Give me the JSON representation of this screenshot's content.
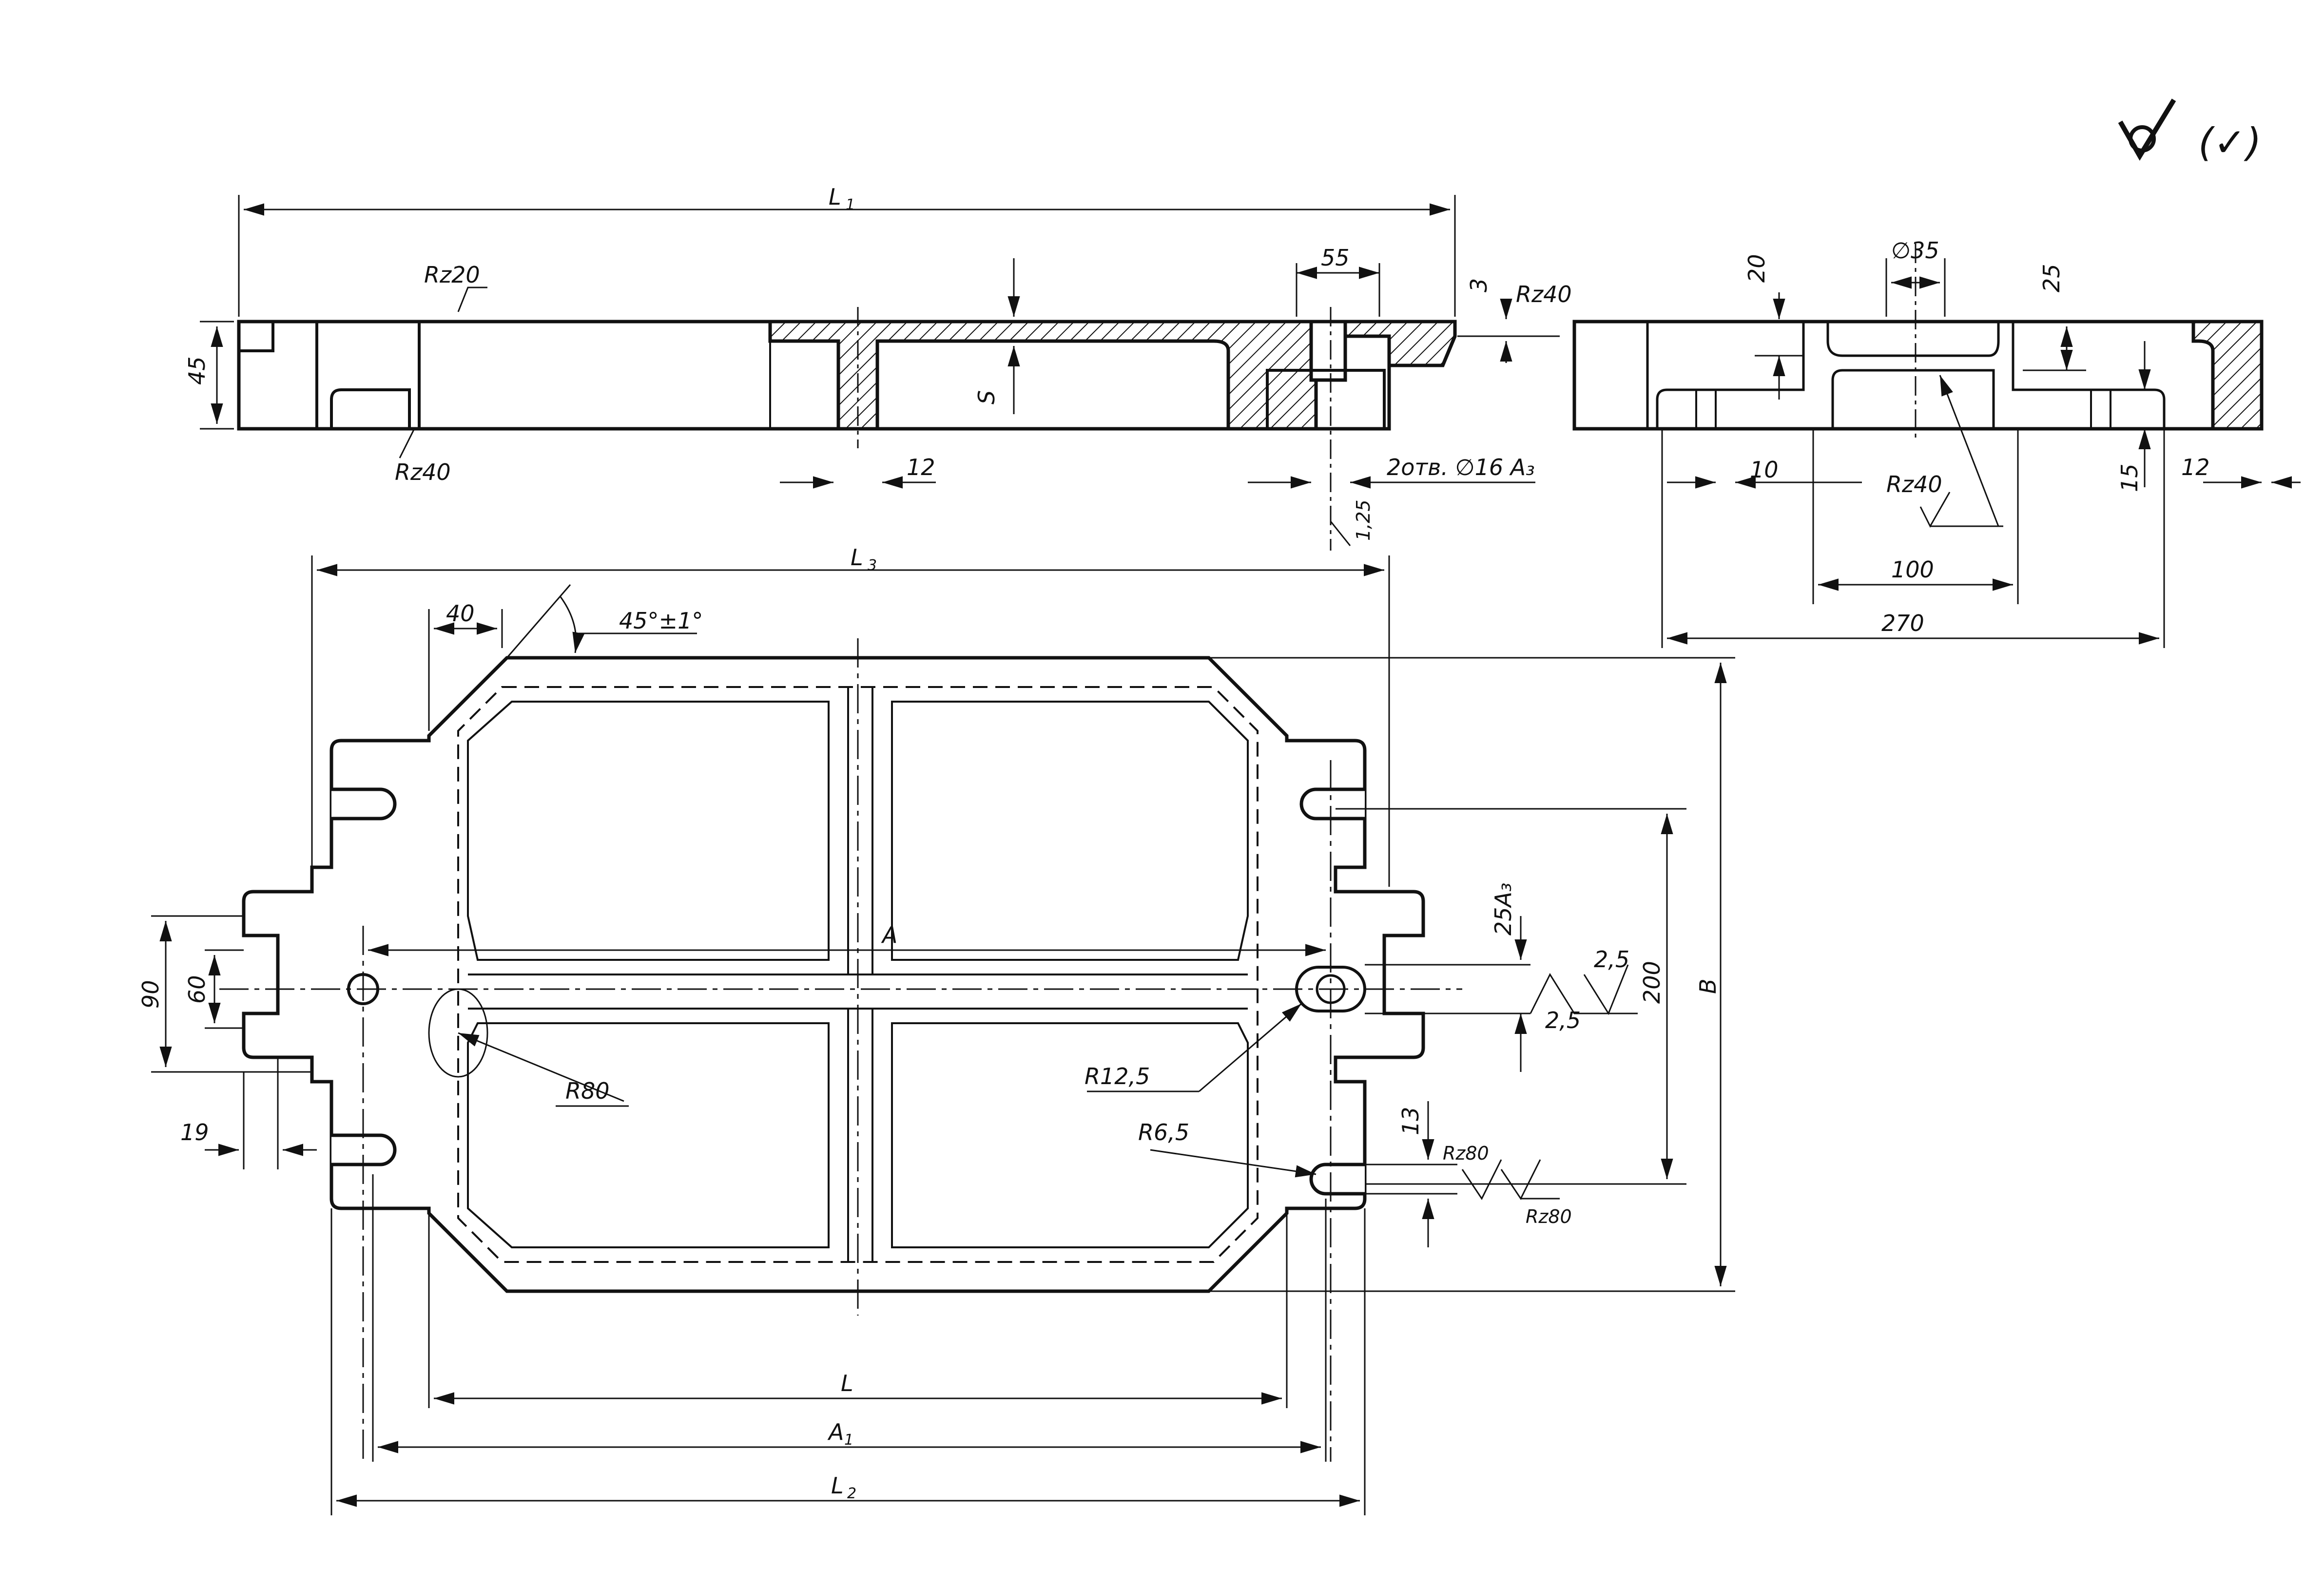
{
  "drawing": {
    "roughness_mark": {
      "primary": "✓",
      "secondary": "(✓)"
    },
    "top_view": {
      "dims": {
        "L1": "L",
        "L1_sub": "1",
        "d55": "55",
        "d45": "45",
        "d3": "3",
        "d12": "12",
        "s": "S",
        "holes": "2отв. ∅16 A₃",
        "tol": "1,25"
      },
      "rough": {
        "rz20": "Rz20",
        "rz40_a": "Rz40",
        "rz40_b": "Rz40"
      }
    },
    "side_view": {
      "dims": {
        "d20": "20",
        "d35": "∅35",
        "d25": "25",
        "d10": "10",
        "d15": "15",
        "d12": "12",
        "d100": "100",
        "d270": "270"
      },
      "rough": {
        "rz40": "Rz40"
      }
    },
    "plan_view": {
      "dims": {
        "L3": "L",
        "L3_sub": "3",
        "d40": "40",
        "angle": "45°±1°",
        "A": "A",
        "L": "L",
        "A1": "A",
        "A1_sub": "1",
        "L2": "L",
        "L2_sub": "2",
        "B": "B",
        "d200": "200",
        "d90": "90",
        "d60": "60",
        "d19": "19",
        "d25A3": "25A₃",
        "d2_5a": "2,5",
        "d2_5b": "2,5",
        "R80": "R80",
        "R12_5": "R12,5",
        "R6_5": "R6,5",
        "d13": "13"
      },
      "rough": {
        "rz80_a": "Rz80",
        "rz80_b": "Rz80"
      }
    }
  }
}
